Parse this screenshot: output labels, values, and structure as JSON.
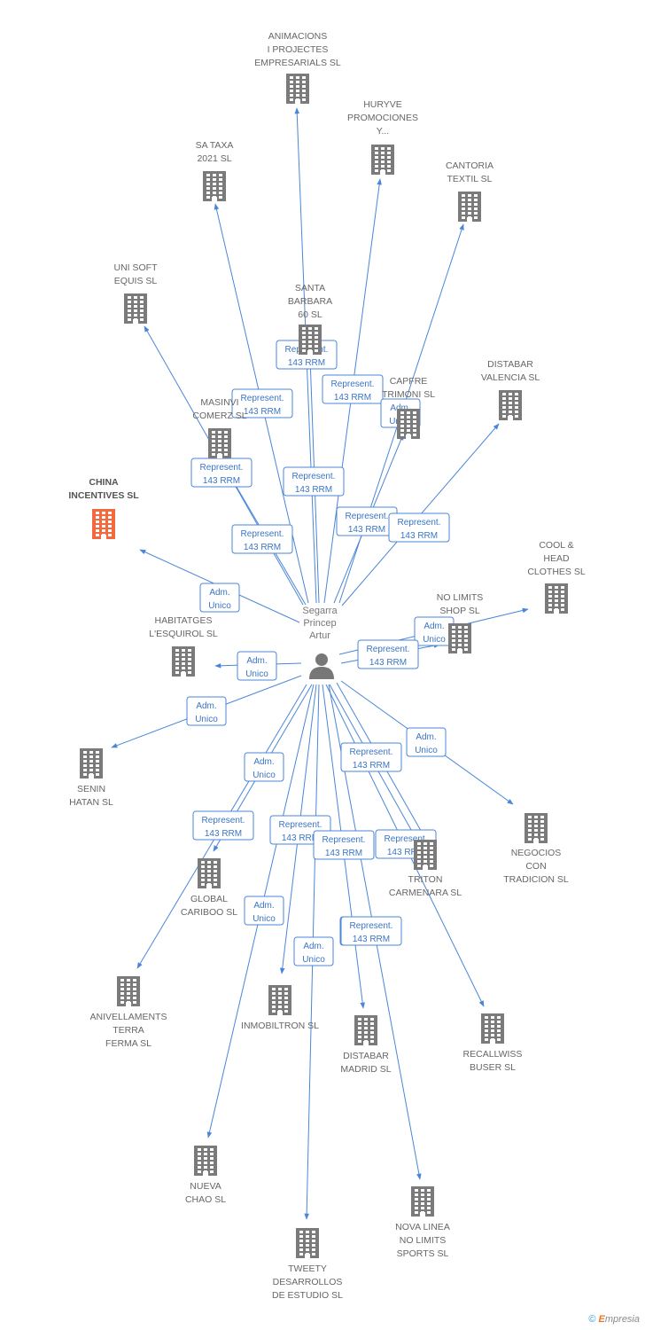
{
  "person": {
    "name_lines": [
      "Segarra",
      "Princep",
      "Artur"
    ],
    "icon": "person-icon"
  },
  "companies": [
    {
      "id": "animacions",
      "lines": [
        "ANIMACIONS",
        "I PROJECTES",
        "EMPRESARIALS SL"
      ],
      "icon": "building-icon"
    },
    {
      "id": "huryve",
      "lines": [
        "HURYVE",
        "PROMOCIONES",
        "Y..."
      ],
      "icon": "building-icon"
    },
    {
      "id": "sataxa",
      "lines": [
        "SA TAXA",
        "2021 SL"
      ],
      "icon": "building-icon"
    },
    {
      "id": "cantoria",
      "lines": [
        "CANTORIA",
        "TEXTIL SL"
      ],
      "icon": "building-icon"
    },
    {
      "id": "unisoft",
      "lines": [
        "UNI SOFT",
        "EQUIS SL"
      ],
      "icon": "building-icon"
    },
    {
      "id": "santabarbara",
      "lines": [
        "SANTA",
        "BARBARA",
        "60 SL"
      ],
      "icon": "building-icon"
    },
    {
      "id": "capfre",
      "lines": [
        "CAPFRE",
        "TRIMONI SL"
      ],
      "icon": "building-icon"
    },
    {
      "id": "distabarval",
      "lines": [
        "DISTABAR",
        "VALENCIA SL"
      ],
      "icon": "building-icon"
    },
    {
      "id": "masinvi",
      "lines": [
        "MASINVI",
        "COMERZ SL"
      ],
      "icon": "building-icon"
    },
    {
      "id": "china",
      "lines": [
        "CHINA",
        "INCENTIVES SL"
      ],
      "icon": "building-icon",
      "highlight": true
    },
    {
      "id": "coolhead",
      "lines": [
        "COOL &",
        "HEAD",
        "CLOTHES SL"
      ],
      "icon": "building-icon"
    },
    {
      "id": "nolimits",
      "lines": [
        "NO LIMITS",
        "SHOP SL"
      ],
      "icon": "building-icon"
    },
    {
      "id": "habitatges",
      "lines": [
        "HABITATGES",
        "L'ESQUIROL SL"
      ],
      "icon": "building-icon"
    },
    {
      "id": "senin",
      "lines": [
        "SENIN",
        "HATAN SL"
      ],
      "icon": "building-icon"
    },
    {
      "id": "negocios",
      "lines": [
        "NEGOCIOS",
        "CON",
        "TRADICION SL"
      ],
      "icon": "building-icon"
    },
    {
      "id": "triton",
      "lines": [
        "TRITON",
        "CARMENARA SL"
      ],
      "icon": "building-icon"
    },
    {
      "id": "global",
      "lines": [
        "GLOBAL",
        "CARIBOO SL"
      ],
      "icon": "building-icon"
    },
    {
      "id": "anivellaments",
      "lines": [
        "ANIVELLAMENTS",
        "TERRA",
        "FERMA SL"
      ],
      "icon": "building-icon"
    },
    {
      "id": "inmobiltron",
      "lines": [
        "INMOBILTRON SL"
      ],
      "icon": "building-icon"
    },
    {
      "id": "distabarmad",
      "lines": [
        "DISTABAR",
        "MADRID SL"
      ],
      "icon": "building-icon"
    },
    {
      "id": "recallwiss",
      "lines": [
        "RECALLWISS",
        "BUSER SL"
      ],
      "icon": "building-icon"
    },
    {
      "id": "nueva",
      "lines": [
        "NUEVA",
        "CHAO SL"
      ],
      "icon": "building-icon"
    },
    {
      "id": "novalinea",
      "lines": [
        "NOVA LINEA",
        "NO LIMITS",
        "SPORTS SL"
      ],
      "icon": "building-icon"
    },
    {
      "id": "tweety",
      "lines": [
        "TWEETY",
        "DESARROLLOS",
        "DE ESTUDIO  SL"
      ],
      "icon": "building-icon"
    }
  ],
  "relations": [
    {
      "target": "animacions",
      "lines": [
        "Represent.",
        "143 RRM"
      ]
    },
    {
      "target": "huryve",
      "lines": [
        "Represent.",
        "143 RRM"
      ]
    },
    {
      "target": "sataxa",
      "lines": [
        "Represent.",
        "143 RRM"
      ]
    },
    {
      "target": "cantoria",
      "lines": [
        "Adm.",
        "Unico"
      ]
    },
    {
      "target": "unisoft",
      "lines": [
        "Represent.",
        "143 RRM"
      ]
    },
    {
      "target": "santabarbara",
      "lines": [
        "Represent.",
        "143 RRM"
      ]
    },
    {
      "target": "capfre",
      "lines": [
        "Represent.",
        "143 RRM"
      ]
    },
    {
      "target": "distabarval",
      "lines": [
        "Represent.",
        "143 RRM"
      ]
    },
    {
      "target": "masinvi",
      "lines": [
        "Represent.",
        "143 RRM"
      ]
    },
    {
      "target": "china",
      "lines": [
        "Adm.",
        "Unico"
      ]
    },
    {
      "target": "coolhead",
      "lines": [
        "Adm.",
        "Unico"
      ]
    },
    {
      "target": "nolimits",
      "lines": [
        "Represent.",
        "143 RRM"
      ]
    },
    {
      "target": "habitatges",
      "lines": [
        "Adm.",
        "Unico"
      ]
    },
    {
      "target": "senin",
      "lines": [
        "Adm.",
        "Unico"
      ]
    },
    {
      "target": "negocios",
      "lines": [
        "Adm.",
        "Unico"
      ]
    },
    {
      "target": "triton",
      "lines": [
        "Represent.",
        "143 RRM"
      ]
    },
    {
      "target": "triton",
      "lines": [
        "Represent.",
        "143 RRM"
      ]
    },
    {
      "target": "global",
      "lines": [
        "Represent.",
        "143 RRM"
      ]
    },
    {
      "target": "anivellaments",
      "lines": [
        "Adm.",
        "Unico"
      ]
    },
    {
      "target": "inmobiltron",
      "lines": [
        "Represent.",
        "143 RRM"
      ]
    },
    {
      "target": "distabarmad",
      "lines": [
        "Represent.",
        "143 RRM"
      ]
    },
    {
      "target": "recallwiss",
      "lines": [
        "Represent.",
        "143 RRM"
      ]
    },
    {
      "target": "nueva",
      "lines": [
        "Adm.",
        "Unico"
      ]
    },
    {
      "target": "novalinea",
      "lines": [
        "Represent.",
        "143 RRM"
      ]
    },
    {
      "target": "tweety",
      "lines": [
        "Adm.",
        "Unico"
      ]
    }
  ],
  "footer": {
    "copyright": "©",
    "brand_initial": "E",
    "brand_rest": "mpresia"
  },
  "colors": {
    "edge": "#4a86d8",
    "building": "#7a7a7a",
    "highlight": "#f26a3e"
  }
}
